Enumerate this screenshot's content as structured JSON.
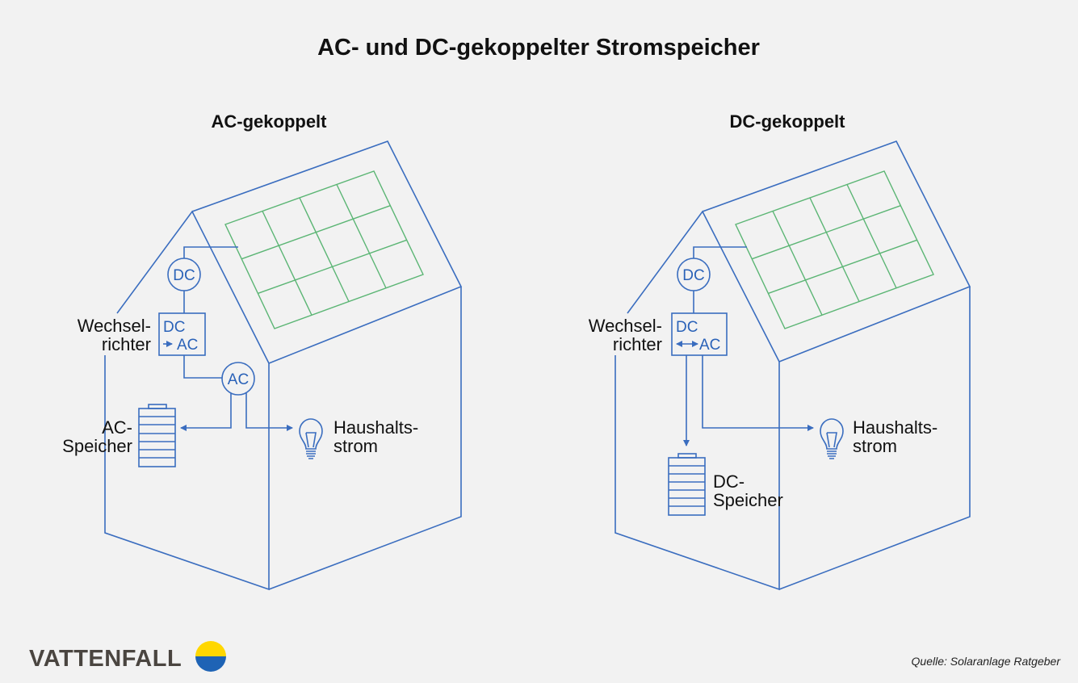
{
  "title": "AC- und DC-gekoppelter Stromspeicher",
  "left": {
    "heading": "AC-gekoppelt",
    "dc_meter": "DC",
    "ac_meter": "AC",
    "inverter_top": "DC",
    "inverter_bottom": "AC",
    "inverter_label_1": "Wechsel-",
    "inverter_label_2": "richter",
    "storage_label_1": "AC-",
    "storage_label_2": "Speicher",
    "household_label_1": "Haushalts-",
    "household_label_2": "strom"
  },
  "right": {
    "heading": "DC-gekoppelt",
    "dc_meter": "DC",
    "inverter_top": "DC",
    "inverter_bottom": "AC",
    "inverter_label_1": "Wechsel-",
    "inverter_label_2": "richter",
    "storage_label_1": "DC-",
    "storage_label_2": "Speicher",
    "household_label_1": "Haushalts-",
    "household_label_2": "strom"
  },
  "footer": {
    "brand": "VATTENFALL",
    "source": "Quelle: Solaranlage Ratgeber"
  },
  "colors": {
    "line": "#3a6dbf",
    "panel": "#5bb574",
    "logo_yellow": "#ffd700",
    "logo_blue": "#1e63b5",
    "brand_text": "#4a4540"
  }
}
